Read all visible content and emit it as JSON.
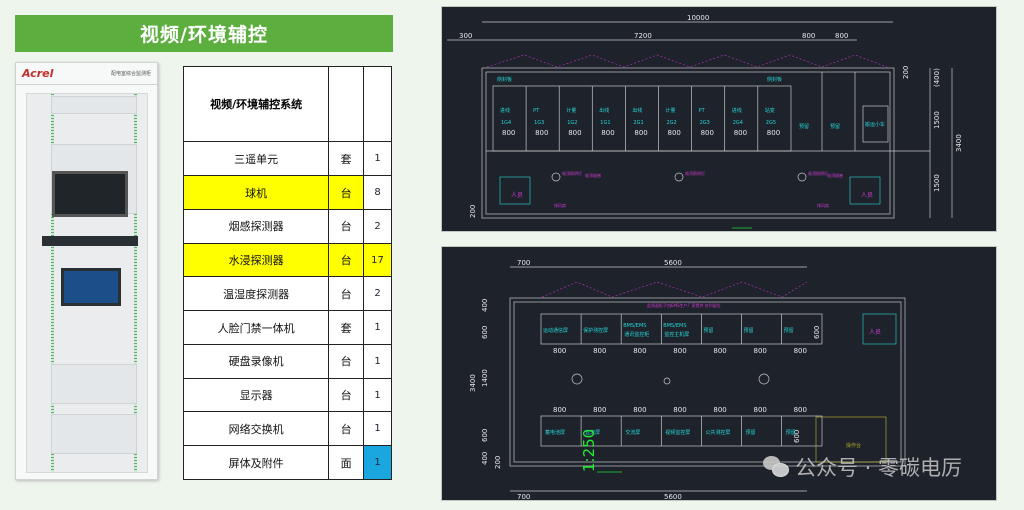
{
  "title": "视频/环境辅控",
  "cabinet": {
    "brand": "Acrel",
    "name": "配电室综合监测柜"
  },
  "table": {
    "header": "视频/环境辅控系统",
    "rows": [
      {
        "name": "三遥单元",
        "unit": "套",
        "qty": "1",
        "highlight": false
      },
      {
        "name": "球机",
        "unit": "台",
        "qty": "8",
        "highlight": true
      },
      {
        "name": "烟感探测器",
        "unit": "台",
        "qty": "2",
        "highlight": false
      },
      {
        "name": "水浸探测器",
        "unit": "台",
        "qty": "17",
        "highlight": true
      },
      {
        "name": "温湿度探测器",
        "unit": "台",
        "qty": "2",
        "highlight": false
      },
      {
        "name": "人脸门禁一体机",
        "unit": "套",
        "qty": "1",
        "highlight": false
      },
      {
        "name": "硬盘录像机",
        "unit": "台",
        "qty": "1",
        "highlight": false
      },
      {
        "name": "显示器",
        "unit": "台",
        "qty": "1",
        "highlight": false
      },
      {
        "name": "网络交换机",
        "unit": "台",
        "qty": "1",
        "highlight": false
      },
      {
        "name": "屏体及附件",
        "unit": "面",
        "qty": "1",
        "highlight": false
      }
    ],
    "colors": {
      "highlight": "#ffff00",
      "qty_last": "#1aa7e0"
    }
  },
  "cad_top": {
    "dims": {
      "total": "10000",
      "left": "300",
      "main": "7200",
      "r1": "800",
      "r2": "800",
      "h400": "(400)",
      "h200": "200",
      "h1500a": "1500",
      "h1500b": "1500",
      "h3400": "3400",
      "b200": "200"
    },
    "side_panel": "侧封板",
    "cabinets": [
      {
        "name": "进线",
        "code": "1G4",
        "w": "800"
      },
      {
        "name": "PT",
        "code": "1G3",
        "w": "800"
      },
      {
        "name": "计量",
        "code": "1G2",
        "w": "800"
      },
      {
        "name": "出线",
        "code": "1G1",
        "w": "800"
      },
      {
        "name": "出线",
        "code": "2G1",
        "w": "800"
      },
      {
        "name": "计量",
        "code": "2G2",
        "w": "800"
      },
      {
        "name": "PT",
        "code": "2G3",
        "w": "800"
      },
      {
        "name": "进线",
        "code": "2G4",
        "w": "800"
      },
      {
        "name": "站变",
        "code": "2G5",
        "w": "800"
      }
    ],
    "reserved": "预留",
    "cart": "搬运小车",
    "lamp": "吸顶照明灯",
    "smoke": "吸顶烟感",
    "fan": "排风扇",
    "door": "人员"
  },
  "cad_bot": {
    "dims": {
      "left": "700",
      "main": "5600",
      "h3400": "3400",
      "h1400": "1400",
      "h600a": "600",
      "h600b": "600",
      "h400a": "400",
      "h400b": "400",
      "h200": "200",
      "r600a": "600",
      "r600b": "600"
    },
    "note": "此两面柜子由EMS生产厂家提供 仅列留位",
    "top_row": [
      {
        "name": "运动通信屏",
        "w": "800"
      },
      {
        "name": "保护测控屏",
        "w": "800"
      },
      {
        "name": "BMS/EMS",
        "sub": "通讯监控柜",
        "w": "800"
      },
      {
        "name": "BMS/EMS",
        "sub": "监控主机屏",
        "w": "800"
      },
      {
        "name": "预留",
        "w": "800"
      },
      {
        "name": "预留",
        "w": "800"
      },
      {
        "name": "预留",
        "w": "800"
      }
    ],
    "bottom_row": [
      {
        "name": "蓄电池屏",
        "w": "800"
      },
      {
        "name": "直流屏",
        "w": "800"
      },
      {
        "name": "交流屏",
        "w": "800"
      },
      {
        "name": "视频监控屏",
        "w": "800"
      },
      {
        "name": "公共测控屏",
        "w": "800"
      },
      {
        "name": "预留",
        "w": "800"
      },
      {
        "name": "预留",
        "w": "800"
      }
    ],
    "scale": "1:250",
    "console": "操作台",
    "door": "人员"
  },
  "watermark": "公众号 · 零碳电厉"
}
